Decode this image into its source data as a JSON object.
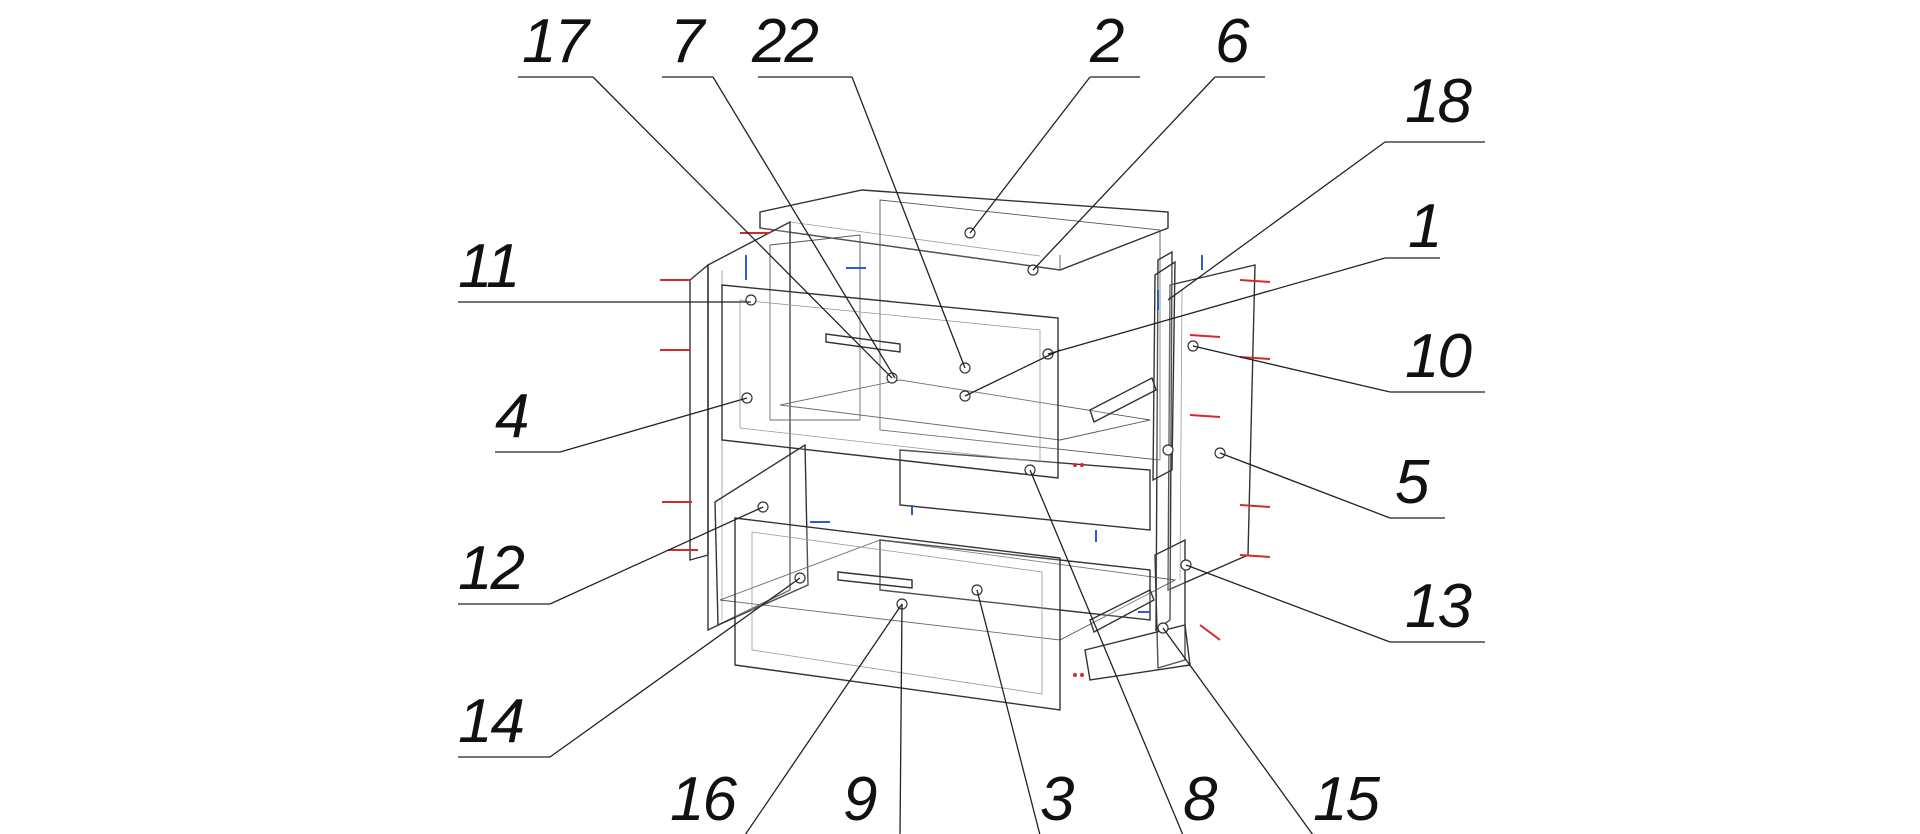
{
  "diagram": {
    "callouts": [
      {
        "id": "c17",
        "label": "17"
      },
      {
        "id": "c7",
        "label": "7"
      },
      {
        "id": "c22",
        "label": "22"
      },
      {
        "id": "c2",
        "label": "2"
      },
      {
        "id": "c6",
        "label": "6"
      },
      {
        "id": "c18",
        "label": "18"
      },
      {
        "id": "c11",
        "label": "11"
      },
      {
        "id": "c1",
        "label": "1"
      },
      {
        "id": "c10",
        "label": "10"
      },
      {
        "id": "c4",
        "label": "4"
      },
      {
        "id": "c5",
        "label": "5"
      },
      {
        "id": "c12",
        "label": "12"
      },
      {
        "id": "c13",
        "label": "13"
      },
      {
        "id": "c14",
        "label": "14"
      },
      {
        "id": "c16",
        "label": "16"
      },
      {
        "id": "c9",
        "label": "9"
      },
      {
        "id": "c3",
        "label": "3"
      },
      {
        "id": "c8",
        "label": "8"
      },
      {
        "id": "c15",
        "label": "15"
      }
    ],
    "colors": {
      "line": "#222222",
      "hardware_red": "#d42a2a",
      "hardware_blue": "#2a5ad4",
      "background": "#ffffff"
    }
  }
}
